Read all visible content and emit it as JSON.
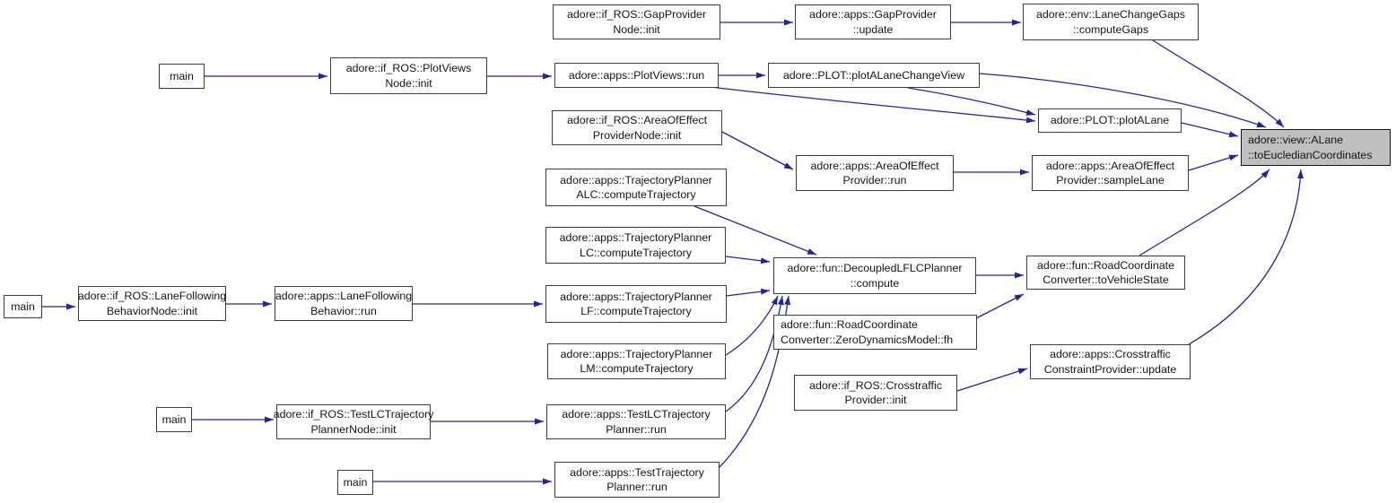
{
  "diagram": {
    "type": "call-graph",
    "focus_node": "adore::view::ALane::toEucledianCoordinates",
    "nodes": {
      "gap_init": {
        "label": "adore::if_ROS::GapProvider\nNode::init"
      },
      "gap_update": {
        "label": "adore::apps::GapProvider\n::update"
      },
      "compute_gaps": {
        "label": "adore::env::LaneChangeGaps\n::computeGaps"
      },
      "main1": {
        "label": "main"
      },
      "plotviews_init": {
        "label": "adore::if_ROS::PlotViews\nNode::init"
      },
      "plotviews_run": {
        "label": "adore::apps::PlotViews::run"
      },
      "plot_alcv": {
        "label": "adore::PLOT::plotALaneChangeView"
      },
      "aoe_init": {
        "label": "adore::if_ROS::AreaOfEffect\nProviderNode::init"
      },
      "plot_alane": {
        "label": "adore::PLOT::plotALane"
      },
      "target": {
        "label": "adore::view::ALane\n::toEucledianCoordinates"
      },
      "aoe_run": {
        "label": "adore::apps::AreaOfEffect\nProvider::run"
      },
      "aoe_sample": {
        "label": "adore::apps::AreaOfEffect\nProvider::sampleLane"
      },
      "traj_alc": {
        "label": "adore::apps::TrajectoryPlanner\nALC::computeTrajectory"
      },
      "traj_lc": {
        "label": "adore::apps::TrajectoryPlanner\nLC::computeTrajectory"
      },
      "compute": {
        "label": "adore::fun::DecoupledLFLCPlanner\n::compute"
      },
      "tovehicle": {
        "label": "adore::fun::RoadCoordinate\nConverter::toVehicleState"
      },
      "main2": {
        "label": "main"
      },
      "lf_init": {
        "label": "adore::if_ROS::LaneFollowing\nBehaviorNode::init"
      },
      "lf_run": {
        "label": "adore::apps::LaneFollowing\nBehavior::run"
      },
      "traj_lf": {
        "label": "adore::apps::TrajectoryPlanner\nLF::computeTrajectory"
      },
      "fh": {
        "label": "adore::fun::RoadCoordinate\nConverter::ZeroDynamicsModel::fh"
      },
      "traj_lm": {
        "label": "adore::apps::TrajectoryPlanner\nLM::computeTrajectory"
      },
      "ct_update": {
        "label": "adore::apps::Crosstraffic\nConstraintProvider::update"
      },
      "ct_init": {
        "label": "adore::if_ROS::Crosstraffic\nProvider::init"
      },
      "main3": {
        "label": "main"
      },
      "testlc_init": {
        "label": "adore::if_ROS::TestLCTrajectory\nPlannerNode::init"
      },
      "testlc_run": {
        "label": "adore::apps::TestLCTrajectory\nPlanner::run"
      },
      "main4": {
        "label": "main"
      },
      "testtraj_run": {
        "label": "adore::apps::TestTrajectory\nPlanner::run"
      }
    },
    "edges": [
      {
        "from": "gap_init",
        "to": "gap_update"
      },
      {
        "from": "gap_update",
        "to": "compute_gaps"
      },
      {
        "from": "compute_gaps",
        "to": "target"
      },
      {
        "from": "main1",
        "to": "plotviews_init"
      },
      {
        "from": "plotviews_init",
        "to": "plotviews_run"
      },
      {
        "from": "plotviews_run",
        "to": "plot_alcv"
      },
      {
        "from": "plot_alcv",
        "to": "target"
      },
      {
        "from": "plot_alcv",
        "to": "plot_alane"
      },
      {
        "from": "plotviews_run",
        "to": "plot_alane"
      },
      {
        "from": "plot_alane",
        "to": "target"
      },
      {
        "from": "aoe_init",
        "to": "aoe_run"
      },
      {
        "from": "aoe_run",
        "to": "aoe_sample"
      },
      {
        "from": "aoe_sample",
        "to": "target"
      },
      {
        "from": "traj_alc",
        "to": "compute"
      },
      {
        "from": "traj_lc",
        "to": "compute"
      },
      {
        "from": "traj_lf",
        "to": "compute"
      },
      {
        "from": "traj_lm",
        "to": "compute"
      },
      {
        "from": "testlc_run",
        "to": "compute"
      },
      {
        "from": "testtraj_run",
        "to": "compute"
      },
      {
        "from": "compute",
        "to": "tovehicle"
      },
      {
        "from": "fh",
        "to": "tovehicle"
      },
      {
        "from": "tovehicle",
        "to": "target"
      },
      {
        "from": "ct_update",
        "to": "target"
      },
      {
        "from": "ct_init",
        "to": "ct_update"
      },
      {
        "from": "main2",
        "to": "lf_init"
      },
      {
        "from": "lf_init",
        "to": "lf_run"
      },
      {
        "from": "lf_run",
        "to": "traj_lf"
      },
      {
        "from": "main3",
        "to": "testlc_init"
      },
      {
        "from": "testlc_init",
        "to": "testlc_run"
      },
      {
        "from": "main4",
        "to": "testtraj_run"
      }
    ]
  },
  "colors": {
    "edge": "#24249a",
    "node_border": "#3c3c3c",
    "node_fill": "#ffffff",
    "highlight_fill": "#bfbfbf",
    "highlight_border": "#141414",
    "text": "#141414",
    "background": "#ffffff"
  }
}
